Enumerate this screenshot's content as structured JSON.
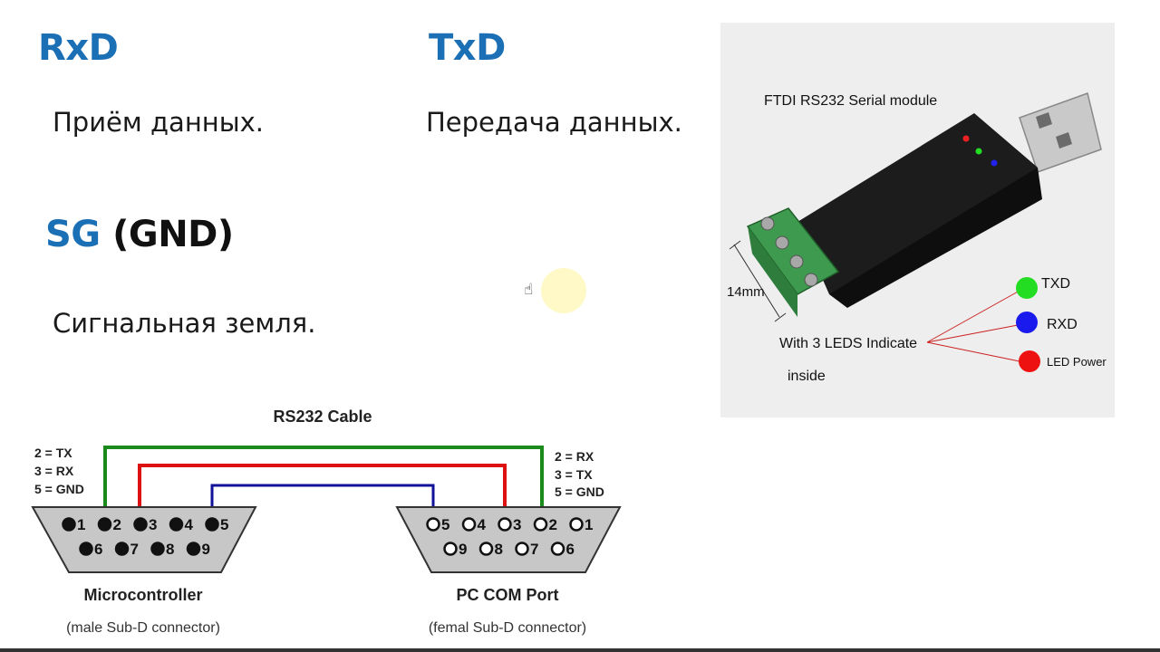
{
  "rxd": {
    "title": "RxD",
    "desc": "Приём данных."
  },
  "txd": {
    "title": "TxD",
    "desc": "Передача данных."
  },
  "sg": {
    "title": "SG",
    "title_suffix": "(GND)",
    "desc": "Сигнальная земля."
  },
  "photo": {
    "title": "FTDI RS232  Serial module",
    "dimension": "14mm",
    "leds_line1": "With 3 LEDS Indicate",
    "leds_line2": "inside",
    "leds": [
      {
        "label": "TXD",
        "color": "#22dd22"
      },
      {
        "label": "RXD",
        "color": "#1a1aee"
      },
      {
        "label": "LED Power",
        "color": "#ee1111"
      }
    ]
  },
  "diagram": {
    "title": "RS232 Cable",
    "left_pinout": [
      "2 = TX",
      "3 = RX",
      "5 = GND"
    ],
    "right_pinout": [
      "2 = RX",
      "3 = TX",
      "5 = GND"
    ],
    "left_top_pins": [
      "1",
      "2",
      "3",
      "4",
      "5"
    ],
    "left_bottom_pins": [
      "6",
      "7",
      "8",
      "9"
    ],
    "right_top_pins": [
      "5",
      "4",
      "3",
      "2",
      "1"
    ],
    "right_bottom_pins": [
      "9",
      "8",
      "7",
      "6"
    ],
    "left_name": "Microcontroller",
    "left_sub": "(male Sub-D connector)",
    "right_name": "PC COM Port",
    "right_sub": "(femal Sub-D connector)",
    "wire_colors": {
      "tx_rx": "#1a8a1a",
      "rx_tx": "#dd1111",
      "gnd": "#11119a"
    }
  },
  "cursor": {
    "icon": "hand-cursor-icon",
    "glyph": "☝"
  }
}
